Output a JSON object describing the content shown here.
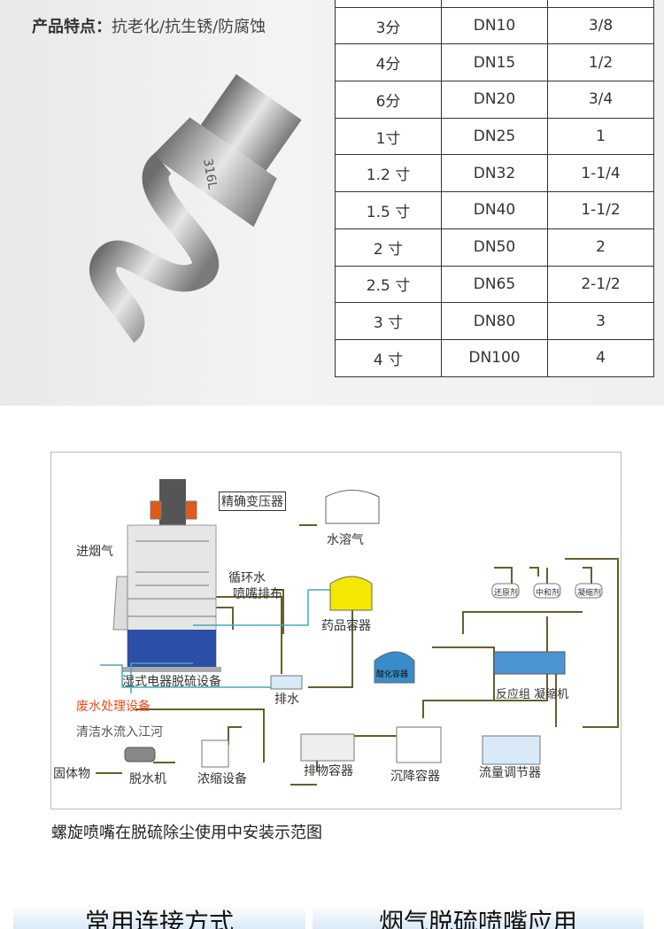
{
  "feature": {
    "label": "产品特点：",
    "text": "抗老化/抗生锈/防腐蚀"
  },
  "nozzle": {
    "engraving": "316L"
  },
  "spec_table": {
    "rows": [
      [
        "3分",
        "DN10",
        "3/8"
      ],
      [
        "4分",
        "DN15",
        "1/2"
      ],
      [
        "6分",
        "DN20",
        "3/4"
      ],
      [
        "1寸",
        "DN25",
        "1"
      ],
      [
        "1.2 寸",
        "DN32",
        "1-1/4"
      ],
      [
        "1.5 寸",
        "DN40",
        "1-1/2"
      ],
      [
        "2 寸",
        "DN50",
        "2"
      ],
      [
        "2.5 寸",
        "DN65",
        "2-1/2"
      ],
      [
        "3 寸",
        "DN80",
        "3"
      ],
      [
        "4 寸",
        "DN100",
        "4"
      ]
    ]
  },
  "diagram": {
    "labels": {
      "transformer": "精确变压器",
      "water_gas": "水溶气",
      "inlet_smoke": "进烟气",
      "circulating_water": "循环水",
      "nozzle_layout": "喷嘴排布",
      "chem_container": "药品容器",
      "reducer": "还原剂",
      "neutralizer": "中和剂",
      "coagulant": "凝缩剂",
      "wet_esp": "湿式电器脱硫设备",
      "drain": "排水",
      "acid_container": "酸化容器",
      "reactor": "反应组 凝缩机",
      "wastewater": "废水处理设备",
      "clean_water": "清洁水流入江河",
      "solids": "固体物",
      "dewater": "脱水机",
      "thickener": "浓缩设备",
      "discharge": "排物容器",
      "settling": "沉降容器",
      "flow_regulator": "流量调节器"
    }
  },
  "caption": "螺旋喷嘴在脱硫除尘使用中安装示范图",
  "banners": [
    "常用连接方式",
    "烟气脱硫喷嘴应用"
  ]
}
